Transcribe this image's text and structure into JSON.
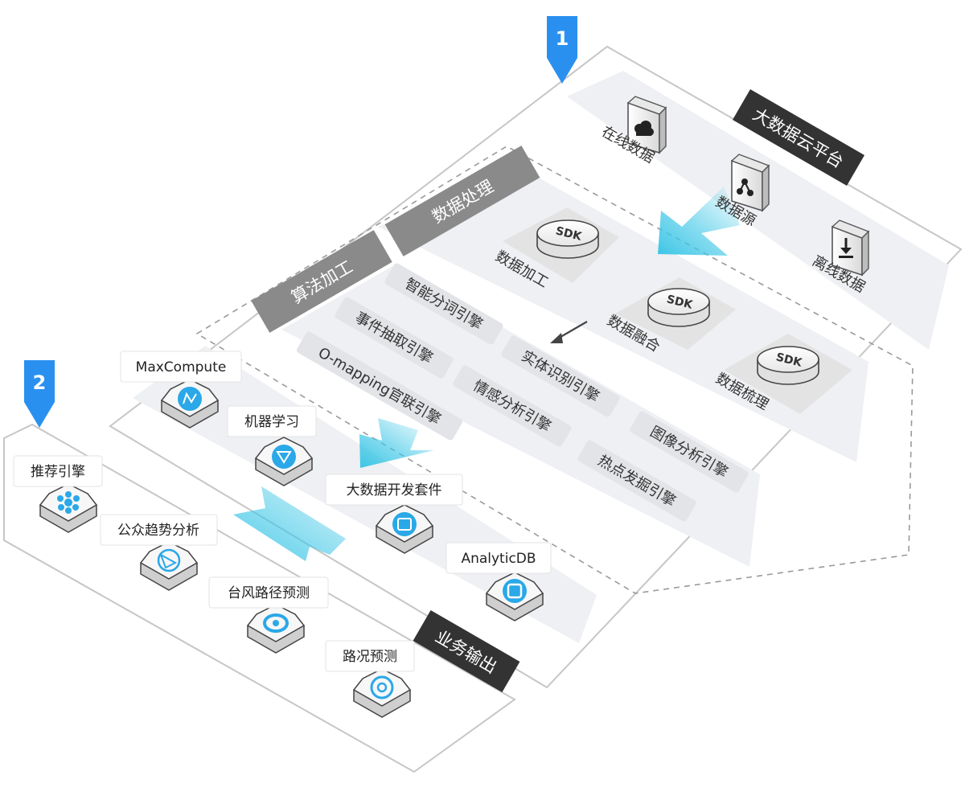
{
  "markers": {
    "one": "1",
    "two": "2"
  },
  "platform": {
    "title": "大数据云平台",
    "online": "在线数据",
    "source": "数据源",
    "offline": "离线数据"
  },
  "processing": {
    "title": "数据处理",
    "sdk1": {
      "badge": "SDK",
      "label": "数据加工"
    },
    "sdk2": {
      "badge": "SDK",
      "label": "数据融合"
    },
    "sdk3": {
      "badge": "SDK",
      "label": "数据梳理"
    }
  },
  "algorithm": {
    "title": "算法加工",
    "engines": [
      "智能分词引擎",
      "事件抽取引擎",
      "O-mapping官联引擎",
      "实体识别引擎",
      "情感分析引擎",
      "图像分析引擎",
      "热点发掘引擎"
    ]
  },
  "services": [
    "MaxCompute",
    "机器学习",
    "大数据开发套件",
    "AnalyticDB"
  ],
  "output": {
    "title": "业务输出",
    "items": [
      "推荐引擎",
      "公众趋势分析",
      "台风路径预测",
      "路况预测"
    ]
  },
  "colors": {
    "accent": "#2a90f0",
    "icon": "#2aa8e8",
    "dark_tag": "#333333",
    "gray_tag": "#8a8a8a",
    "panel": "#eef0f3",
    "arrow": "#3cc6e6"
  }
}
